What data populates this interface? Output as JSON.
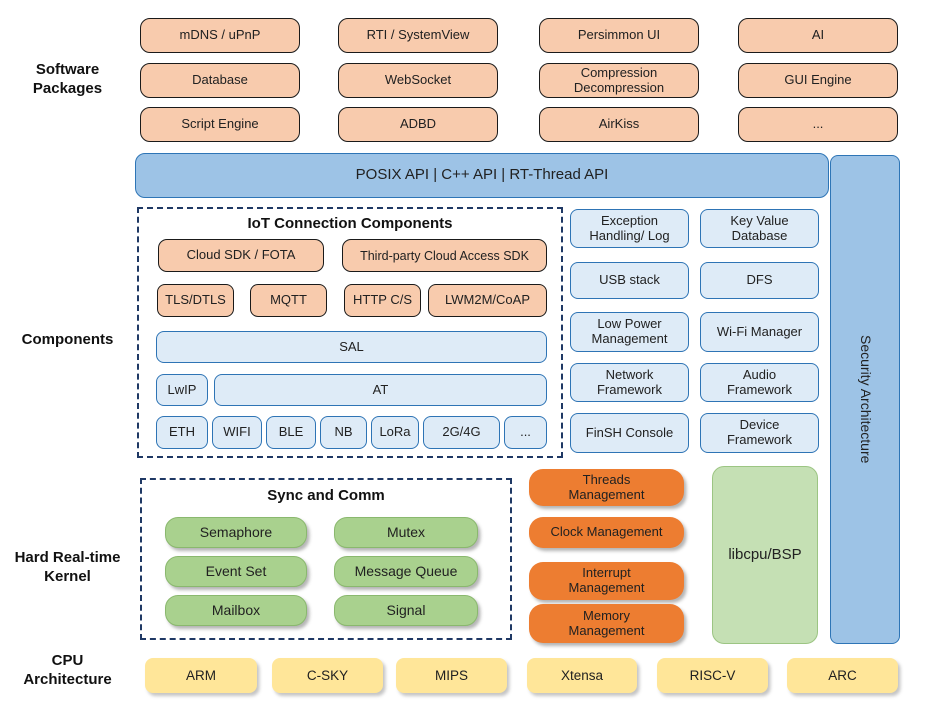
{
  "section_labels": {
    "software_packages": "Software\nPackages",
    "components": "Components",
    "kernel": "Hard Real-time\nKernel",
    "cpu": "CPU\nArchitecture"
  },
  "software_packages": {
    "rows": [
      [
        "mDNS / uPnP",
        "RTI / SystemView",
        "Persimmon UI",
        "AI"
      ],
      [
        "Database",
        "WebSocket",
        "Compression\nDecompression",
        "GUI Engine"
      ],
      [
        "Script Engine",
        "ADBD",
        "AirKiss",
        "..."
      ]
    ]
  },
  "api_bar": {
    "label": "POSIX API | C++ API | RT-Thread API"
  },
  "security_bar": {
    "label": "Security Architecture"
  },
  "iot": {
    "title": "IoT Connection Components",
    "cloud_sdk": "Cloud SDK / FOTA",
    "third_party": "Third-party Cloud Access SDK",
    "protocols": [
      "TLS/DTLS",
      "MQTT",
      "HTTP C/S",
      "LWM2M/CoAP"
    ],
    "sal": "SAL",
    "lwip": "LwIP",
    "at": "AT",
    "links": [
      "ETH",
      "WIFI",
      "BLE",
      "NB",
      "LoRa",
      "2G/4G",
      "..."
    ]
  },
  "components_right": {
    "boxes": [
      "Exception\nHandling/ Log",
      "Key Value\nDatabase",
      "USB stack",
      "DFS",
      "Low Power\nManagement",
      "Wi-Fi Manager",
      "Network\nFramework",
      "Audio\nFramework",
      "FinSH Console",
      "Device\nFramework"
    ]
  },
  "kernel": {
    "sync_title": "Sync and Comm",
    "sync_boxes": [
      "Semaphore",
      "Mutex",
      "Event Set",
      "Message Queue",
      "Mailbox",
      "Signal"
    ],
    "management": [
      "Threads\nManagement",
      "Clock Management",
      "Interrupt\nManagement",
      "Memory\nManagement"
    ],
    "libcpu": "libcpu/BSP"
  },
  "cpu_row": [
    "ARM",
    "C-SKY",
    "MIPS",
    "Xtensa",
    "RISC-V",
    "ARC"
  ],
  "colors": {
    "package_fill": "#F8CBAD",
    "api_fill": "#9DC3E6",
    "api_border": "#2E75B6",
    "component_fill": "#DEEBF7",
    "component_border": "#2E74B5",
    "kernel_green": "#A9D18E",
    "management_orange": "#ED7D31",
    "libcpu_green": "#C5E0B4",
    "cpu_yellow": "#FFE699",
    "dashed_border": "#1F3864"
  }
}
